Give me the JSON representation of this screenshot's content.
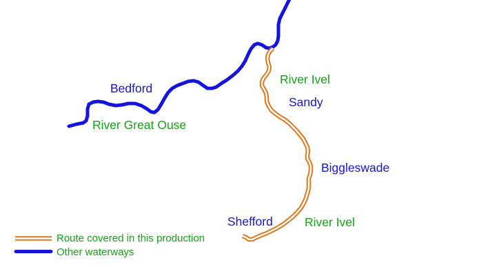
{
  "colors": {
    "route_orange": "#e0761a",
    "waterway_blue": "#1414dd",
    "town_blue": "#1414dd",
    "label_green": "#12a312",
    "background": "#ffffff"
  },
  "labels": {
    "bedford": {
      "text": "Bedford"
    },
    "river_great_ouse": {
      "text": "River Great Ouse"
    },
    "river_ivel_upper": {
      "text": "River Ivel"
    },
    "sandy": {
      "text": "Sandy"
    },
    "biggleswade": {
      "text": "Biggleswade"
    },
    "shefford": {
      "text": "Shefford"
    },
    "river_ivel_lower": {
      "text": "River Ivel"
    }
  },
  "legend": {
    "route": {
      "label": "Route covered in this production",
      "swatch": "orange-double-line"
    },
    "other": {
      "label": "Other waterways",
      "swatch": "blue-line"
    }
  }
}
